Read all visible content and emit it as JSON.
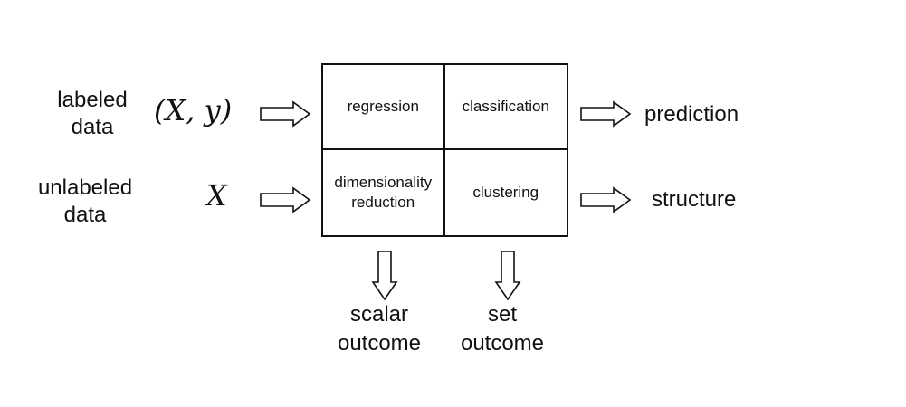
{
  "rows": [
    {
      "label_line1": "labeled",
      "label_line2": "data",
      "input": "(X, y)",
      "output": "prediction"
    },
    {
      "label_line1": "unlabeled",
      "label_line2": "data",
      "input": "X",
      "output": "structure"
    }
  ],
  "cells": {
    "regression": "regression",
    "classification": "classification",
    "dimensionality_line1": "dimensionality",
    "dimensionality_line2": "reduction",
    "clustering": "clustering"
  },
  "columns": [
    {
      "line1": "scalar",
      "line2": "outcome"
    },
    {
      "line1": "set",
      "line2": "outcome"
    }
  ]
}
